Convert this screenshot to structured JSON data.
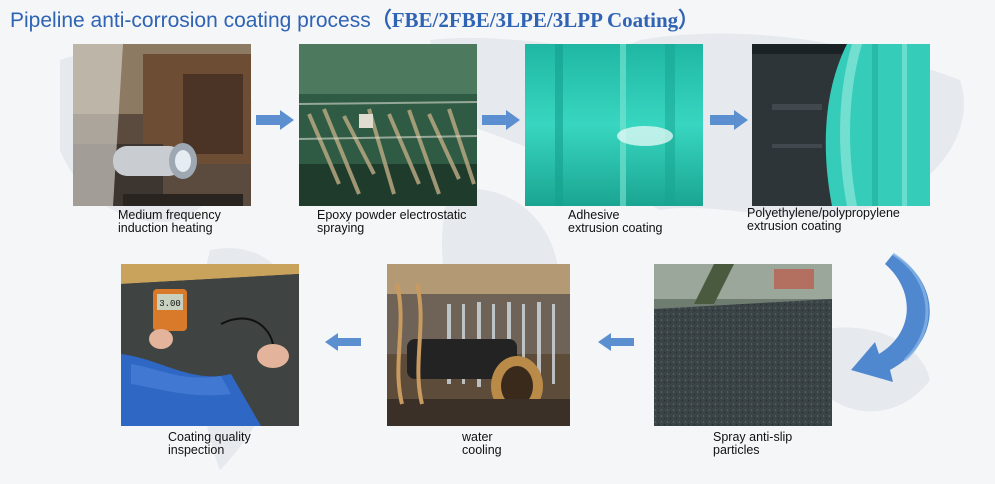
{
  "title": {
    "main": "Pipeline anti-corrosion coating process",
    "types": "（FBE/2FBE/3LPE/3LPP Coating）"
  },
  "steps": [
    {
      "line1": "Medium frequency",
      "line2": "induction heating"
    },
    {
      "line1": "Epoxy powder electrostatic",
      "line2": "spraying"
    },
    {
      "line1": "Adhesive",
      "line2": "extrusion coating"
    },
    {
      "line1": "Polyethylene/polypropylene",
      "line2": "extrusion coating"
    },
    {
      "line1": "Spray anti-slip",
      "line2": "particles"
    },
    {
      "line1": "water",
      "line2": "cooling"
    },
    {
      "line1": "Coating quality",
      "line2": "inspection"
    }
  ],
  "meter_reading": "3.00",
  "colors": {
    "title": "#2f63b3",
    "arrow": "#5b8fd0",
    "teal": "#2fc9b4",
    "pipe_dark": "#2d3539"
  }
}
